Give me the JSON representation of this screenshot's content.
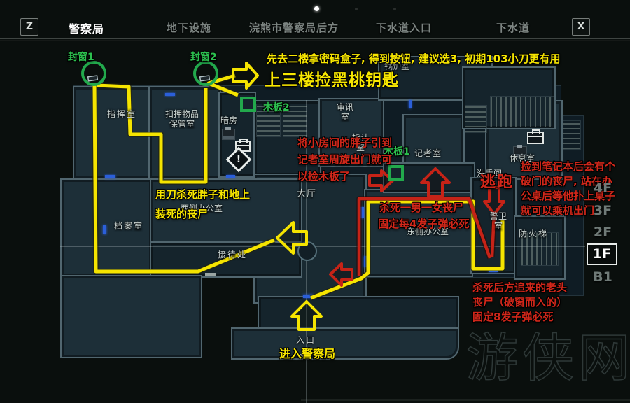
{
  "tab_bar": {
    "left_key": "Z",
    "right_key": "X",
    "tabs": [
      {
        "label": "警察局",
        "active": true
      },
      {
        "label": "地下设施",
        "active": false
      },
      {
        "label": "浣熊市警察局后方",
        "active": false
      },
      {
        "label": "下水道入口",
        "active": false
      },
      {
        "label": "下水道",
        "active": false
      }
    ]
  },
  "floor_selector": {
    "floors": [
      {
        "label": "4F",
        "active": false
      },
      {
        "label": "3F",
        "active": false
      },
      {
        "label": "2F",
        "active": false
      },
      {
        "label": "1F",
        "active": true
      },
      {
        "label": "B1",
        "active": false
      }
    ]
  },
  "map": {
    "room_labels": [
      {
        "id": "command-room",
        "text": "指挥室"
      },
      {
        "id": "detention-storage",
        "text": "扣押物品\n保管室"
      },
      {
        "id": "darkroom",
        "text": "暗房"
      },
      {
        "id": "boiler-room",
        "text": "锅炉室"
      },
      {
        "id": "interrogation-room",
        "text": "审讯\n室"
      },
      {
        "id": "lineup-room",
        "text": "指认\n室"
      },
      {
        "id": "press-room",
        "text": "记者室"
      },
      {
        "id": "main-hall",
        "text": "大厅"
      },
      {
        "id": "west-office",
        "text": "西侧办公室"
      },
      {
        "id": "records-room",
        "text": "档案室"
      },
      {
        "id": "reception",
        "text": "接待处"
      },
      {
        "id": "east-office",
        "text": "东侧办公室"
      },
      {
        "id": "break-room",
        "text": "休息室"
      },
      {
        "id": "washroom",
        "text": "洗手间"
      },
      {
        "id": "guard-room",
        "text": "警卫\n室"
      },
      {
        "id": "fire-escape",
        "text": "防火梯"
      },
      {
        "id": "entrance",
        "text": "入口"
      }
    ]
  },
  "annotations": {
    "green": {
      "sealed_window_1": "封窗1",
      "sealed_window_2": "封窗2",
      "board_1": "木板1",
      "board_2": "木板2"
    },
    "yellow": {
      "tip_top_small": "先去二楼拿密码盒子, 得到按钮, 建议选3, 初期103小刀更有用",
      "tip_top_big": "上三楼捡黑桃钥匙",
      "tip_knife": "用刀杀死胖子和地上\n装死的丧尸",
      "tip_enter": "进入警察局"
    },
    "red": {
      "tip_fat_zombie": "将小房间的胖子引到\n记者室周旋出门就可\n以捡木板了",
      "tip_two_zombies_line1": "杀死一男一女丧尸",
      "tip_two_zombies_line2": "固定每4发子弹必死",
      "escape": "逃跑",
      "tip_notebook": "捡到笔记本后会有个\n破门的丧尸, 站在办\n公桌后等他扑上桌子\n就可以乘机出门",
      "tip_old_man": "杀死后方追来的老头\n丧尸（破窗而入的）\n固定8发子弹必死"
    }
  },
  "icons": {
    "exclamation_mark": "!"
  },
  "watermark": "游侠网",
  "colors": {
    "accent_yellow": "#f8e700",
    "accent_red": "#d2271a",
    "accent_green": "#2cc04f",
    "room_fill": "#1d2f38",
    "active_tab": "#ffffff"
  }
}
